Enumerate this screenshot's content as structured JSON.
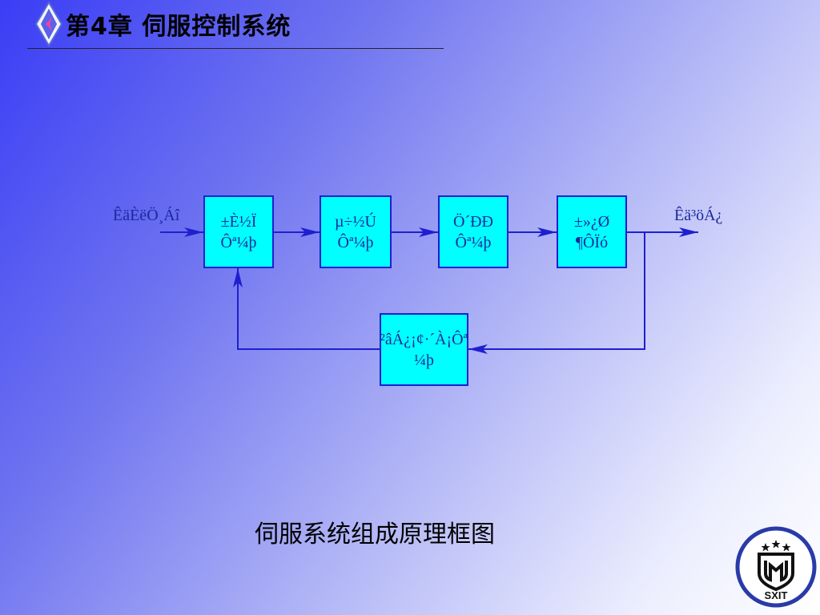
{
  "header": {
    "title": "第4章 伺服控制系统"
  },
  "diagram": {
    "input_label": "ÊäÈëÖ¸Áî",
    "output_label": "Êä³öÁ¿",
    "blocks": [
      {
        "line1": "±È½Ï",
        "line2": "Ôª¼þ"
      },
      {
        "line1": "µ÷½Ú",
        "line2": "Ôª¼þ"
      },
      {
        "line1": "Ö´ÐÐ",
        "line2": "Ôª¼þ"
      },
      {
        "line1": "±»¿Ø",
        "line2": "¶ÔÏó"
      },
      {
        "line1": "²âÁ¿¡¢·´À¡Ôª",
        "line2": "¼þ"
      }
    ],
    "line_color": "#1f1fd0",
    "block_color": "#00ffff"
  },
  "caption": "伺服系统组成原理框图",
  "logo": {
    "text": "SXIT"
  }
}
